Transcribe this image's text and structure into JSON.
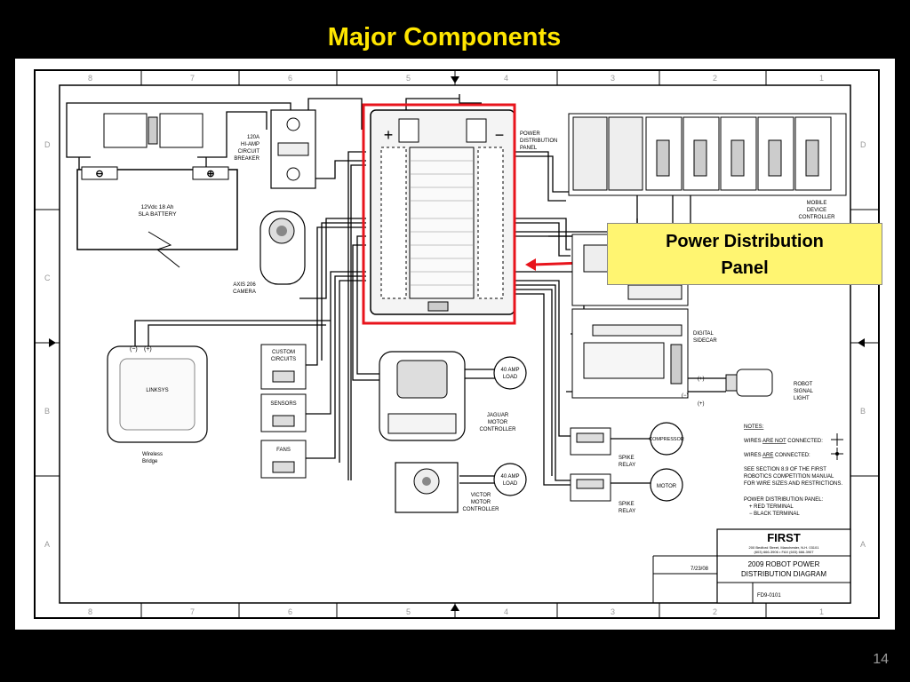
{
  "slide": {
    "title": "Major Components",
    "page_number": "14",
    "callout": {
      "line1": "Power Distribution",
      "line2": "Panel"
    }
  },
  "diagram": {
    "grid_cols_top": [
      "8",
      "7",
      "6",
      "5",
      "4",
      "3",
      "2",
      "1"
    ],
    "grid_rows_side": [
      "D",
      "C",
      "B",
      "A"
    ],
    "components": {
      "breaker": [
        "120A",
        "HI-AMP",
        "CIRCUIT",
        "BREAKER"
      ],
      "battery": [
        "12Vdc 18 Ah",
        "SLA BATTERY"
      ],
      "pdp": [
        "POWER",
        "DISTRIBUTION",
        "PANEL"
      ],
      "camera": [
        "AXIS 206",
        "CAMERA"
      ],
      "mdc": [
        "MOBILE",
        "DEVICE",
        "CONTROLLER"
      ],
      "sidecar": [
        "DIGITAL",
        "SIDECAR"
      ],
      "bridge": [
        "Wireless",
        "Bridge"
      ],
      "bridge_brand": "LINKSYS",
      "custom": [
        "CUSTOM",
        "CIRCUITS"
      ],
      "sensors": "SENSORS",
      "fans": "FANS",
      "load1": [
        "40 AMP",
        "LOAD"
      ],
      "load2": [
        "40 AMP",
        "LOAD"
      ],
      "jaguar": [
        "JAGUAR",
        "MOTOR",
        "CONTROLLER"
      ],
      "victor": [
        "VICTOR",
        "MOTOR",
        "CONTROLLER"
      ],
      "spike1": [
        "SPIKE",
        "RELAY"
      ],
      "spike2": [
        "SPIKE",
        "RELAY"
      ],
      "compressor": "COMPRESSOR",
      "motor": "MOTOR",
      "signal_light": [
        "ROBOT",
        "SIGNAL",
        "LIGHT"
      ],
      "minus": "(−)",
      "plus": "(+)"
    },
    "notes": {
      "heading": "NOTES:",
      "line1a": "WIRES ",
      "line1u": "ARE NOT",
      "line1b": " CONNECTED:",
      "line2a": "WIRES ",
      "line2u": "ARE",
      "line2b": " CONNECTED:",
      "line3": "SEE SECTION 8.9 OF THE FIRST",
      "line4": "ROBOTICS COMPETITION MANUAL",
      "line5": "FOR WIRE SIZES AND RESTRICTIONS.",
      "line6": "POWER DISTRIBUTION PANEL:",
      "line7": "+ RED TERMINAL",
      "line8": "− BLACK TERMINAL"
    },
    "title_block": {
      "org": "FIRST",
      "address1": "200 Bedford Street, Manchester, N.H. 03101",
      "address2": "(603) 666-3906 • FAX (603) 666-3907",
      "line1": "2009 ROBOT POWER",
      "line2": "DISTRIBUTION DIAGRAM",
      "drawing_no": "FD9-0101",
      "date": "7/23/08"
    }
  }
}
